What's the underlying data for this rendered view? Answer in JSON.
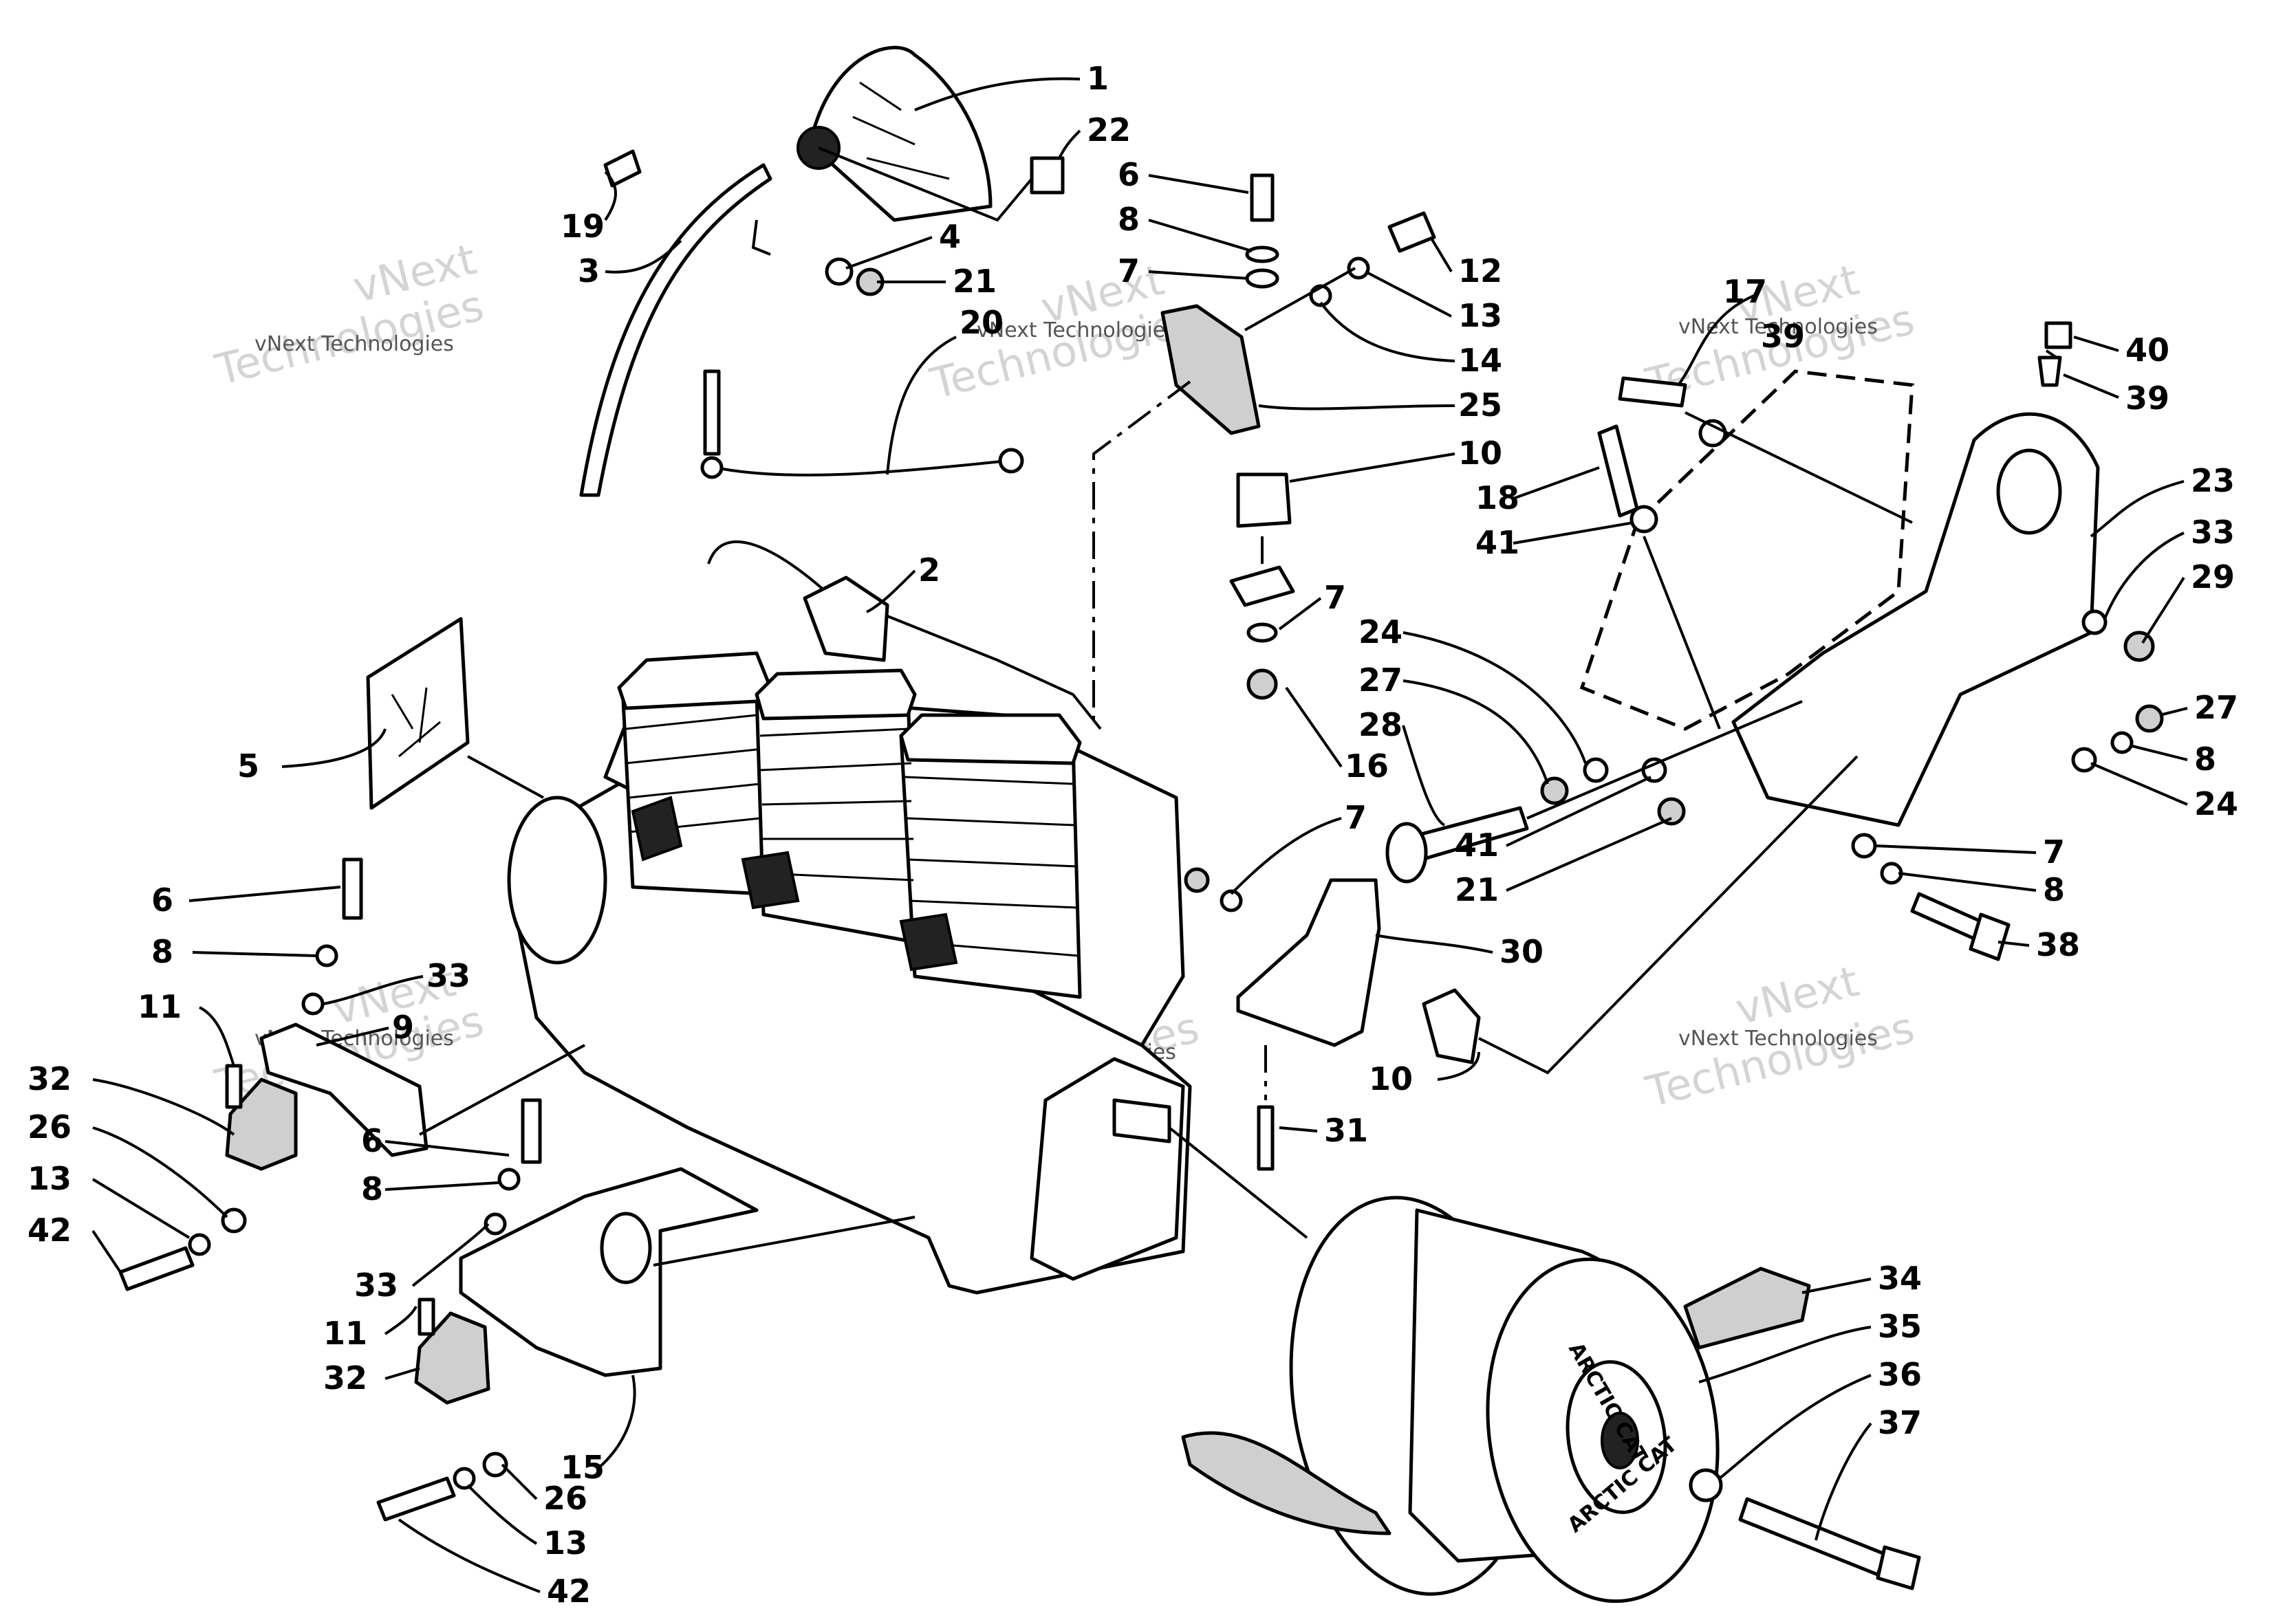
{
  "watermark": {
    "brand_line1": "vNext",
    "brand_line2": "Technologies",
    "brand_full": "vNext Technologies"
  },
  "pulley_brand": "ARCTIC CAT",
  "callouts": [
    {
      "id": "c1",
      "text": "1"
    },
    {
      "id": "c22",
      "text": "22"
    },
    {
      "id": "c6a",
      "text": "6"
    },
    {
      "id": "c8a",
      "text": "8"
    },
    {
      "id": "c19",
      "text": "19"
    },
    {
      "id": "c4",
      "text": "4"
    },
    {
      "id": "c3",
      "text": "3"
    },
    {
      "id": "c21a",
      "text": "21"
    },
    {
      "id": "c7a",
      "text": "7"
    },
    {
      "id": "c12",
      "text": "12"
    },
    {
      "id": "c13a",
      "text": "13"
    },
    {
      "id": "c14",
      "text": "14"
    },
    {
      "id": "c20",
      "text": "20"
    },
    {
      "id": "c25",
      "text": "25"
    },
    {
      "id": "c17",
      "text": "17"
    },
    {
      "id": "c39a",
      "text": "39"
    },
    {
      "id": "c40",
      "text": "40"
    },
    {
      "id": "c39b",
      "text": "39"
    },
    {
      "id": "c10a",
      "text": "10"
    },
    {
      "id": "c18",
      "text": "18"
    },
    {
      "id": "c23",
      "text": "23"
    },
    {
      "id": "c41a",
      "text": "41"
    },
    {
      "id": "c33a",
      "text": "33"
    },
    {
      "id": "c2",
      "text": "2"
    },
    {
      "id": "c29",
      "text": "29"
    },
    {
      "id": "c7b",
      "text": "7"
    },
    {
      "id": "c24a",
      "text": "24"
    },
    {
      "id": "c27a",
      "text": "27"
    },
    {
      "id": "c27b",
      "text": "27"
    },
    {
      "id": "c28",
      "text": "28"
    },
    {
      "id": "c8b",
      "text": "8"
    },
    {
      "id": "c5",
      "text": "5"
    },
    {
      "id": "c16",
      "text": "16"
    },
    {
      "id": "c24b",
      "text": "24"
    },
    {
      "id": "c7c",
      "text": "7"
    },
    {
      "id": "c41b",
      "text": "41"
    },
    {
      "id": "c7d",
      "text": "7"
    },
    {
      "id": "c21b",
      "text": "21"
    },
    {
      "id": "c8c",
      "text": "8"
    },
    {
      "id": "c6b",
      "text": "6"
    },
    {
      "id": "c38",
      "text": "38"
    },
    {
      "id": "c8d",
      "text": "8"
    },
    {
      "id": "c30",
      "text": "30"
    },
    {
      "id": "c33b",
      "text": "33"
    },
    {
      "id": "c11a",
      "text": "11"
    },
    {
      "id": "c9",
      "text": "9"
    },
    {
      "id": "c32a",
      "text": "32"
    },
    {
      "id": "c10b",
      "text": "10"
    },
    {
      "id": "c26a",
      "text": "26"
    },
    {
      "id": "c31",
      "text": "31"
    },
    {
      "id": "c6c",
      "text": "6"
    },
    {
      "id": "c13b",
      "text": "13"
    },
    {
      "id": "c8e",
      "text": "8"
    },
    {
      "id": "c42a",
      "text": "42"
    },
    {
      "id": "c33c",
      "text": "33"
    },
    {
      "id": "c34",
      "text": "34"
    },
    {
      "id": "c11b",
      "text": "11"
    },
    {
      "id": "c35",
      "text": "35"
    },
    {
      "id": "c32b",
      "text": "32"
    },
    {
      "id": "c36",
      "text": "36"
    },
    {
      "id": "c37",
      "text": "37"
    },
    {
      "id": "c15",
      "text": "15"
    },
    {
      "id": "c26b",
      "text": "26"
    },
    {
      "id": "c13c",
      "text": "13"
    },
    {
      "id": "c42b",
      "text": "42"
    }
  ]
}
